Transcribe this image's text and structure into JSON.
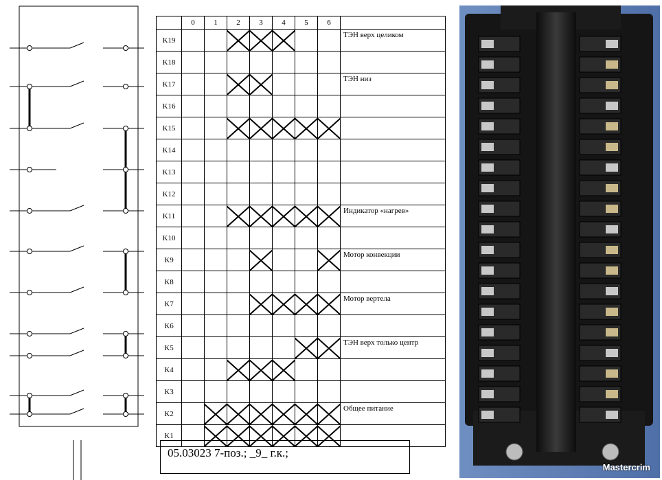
{
  "table": {
    "position_headers": [
      "0",
      "1",
      "2",
      "3",
      "4",
      "5",
      "6"
    ],
    "rows": [
      {
        "code": "K19",
        "on": [
          2,
          3,
          4
        ],
        "desc": "ТЭН верх целиком"
      },
      {
        "code": "K18",
        "on": [],
        "desc": ""
      },
      {
        "code": "K17",
        "on": [
          2,
          3
        ],
        "desc": "ТЭН низ"
      },
      {
        "code": "K16",
        "on": [],
        "desc": ""
      },
      {
        "code": "K15",
        "on": [
          2,
          3,
          4,
          5,
          6
        ],
        "desc": ""
      },
      {
        "code": "K14",
        "on": [],
        "desc": ""
      },
      {
        "code": "K13",
        "on": [],
        "desc": ""
      },
      {
        "code": "K12",
        "on": [],
        "desc": ""
      },
      {
        "code": "K11",
        "on": [
          2,
          3,
          4,
          5,
          6
        ],
        "desc": "Индикатор «нагрев»"
      },
      {
        "code": "K10",
        "on": [],
        "desc": ""
      },
      {
        "code": "K9",
        "on": [
          3,
          6
        ],
        "desc": "Мотор конвекции"
      },
      {
        "code": "K8",
        "on": [],
        "desc": ""
      },
      {
        "code": "K7",
        "on": [
          3,
          4,
          5,
          6
        ],
        "desc": "Мотор вертела"
      },
      {
        "code": "K6",
        "on": [],
        "desc": ""
      },
      {
        "code": "K5",
        "on": [
          5,
          6
        ],
        "desc": "ТЭН верх только центр"
      },
      {
        "code": "K4",
        "on": [
          2,
          3,
          4
        ],
        "desc": ""
      },
      {
        "code": "K3",
        "on": [],
        "desc": ""
      },
      {
        "code": "K2",
        "on": [
          1,
          2,
          3,
          4,
          5,
          6
        ],
        "desc": "Общее питание"
      },
      {
        "code": "K1",
        "on": [
          1,
          2,
          3,
          4,
          5,
          6
        ],
        "desc": ""
      }
    ]
  },
  "footer": {
    "text": "05.03023  7-поз.; _9_ г.к.;"
  },
  "photo": {
    "watermark": "Mastercrim"
  }
}
